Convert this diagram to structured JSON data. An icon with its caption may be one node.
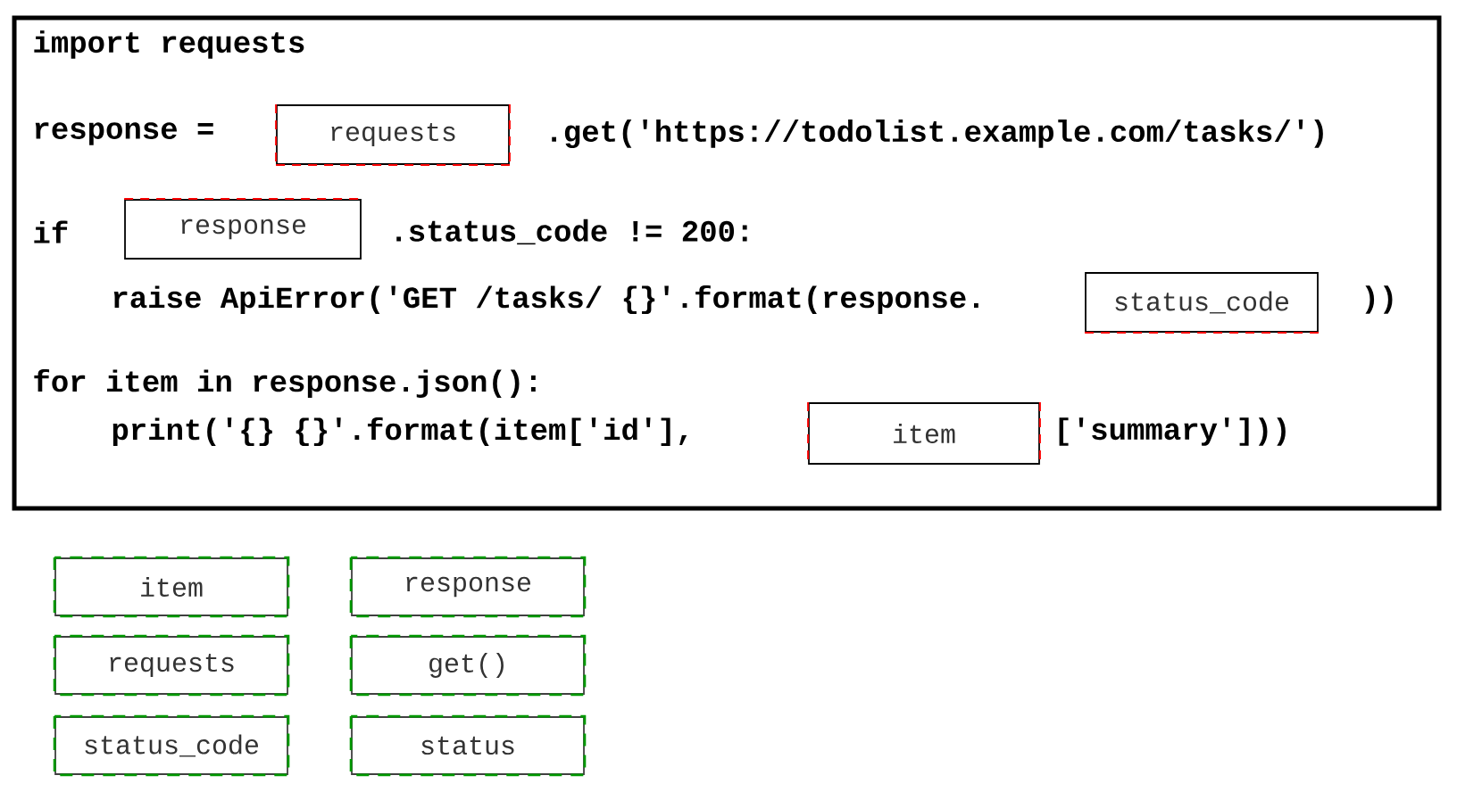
{
  "diagram": {
    "nodes": [
      {
        "text": [],
        "shape": "box"
      },
      {
        "text": [
          "requests"
        ],
        "in": 0
      },
      {
        "text": [
          "response"
        ],
        "in": 0
      },
      {
        "text": [
          "status_code"
        ],
        "in": 0
      },
      {
        "text": [
          "item"
        ],
        "in": 0
      },
      {
        "text": [
          "item"
        ]
      },
      {
        "text": [
          "response"
        ]
      },
      {
        "text": [
          "requests"
        ]
      },
      {
        "text": [
          "get()"
        ]
      },
      {
        "text": [
          "status_code"
        ]
      },
      {
        "text": [
          "status"
        ]
      }
    ],
    "labels": [
      "import requests",
      "response =",
      ".get('https://todolist.example.com/tasks/')",
      "if",
      ".status_code != 200:",
      "raise ApiError('GET /tasks/ {}'.format(response.",
      "))",
      "for item in response.json():",
      "print('{} {}'.format(item['id'],",
      "['summary']))"
    ]
  }
}
